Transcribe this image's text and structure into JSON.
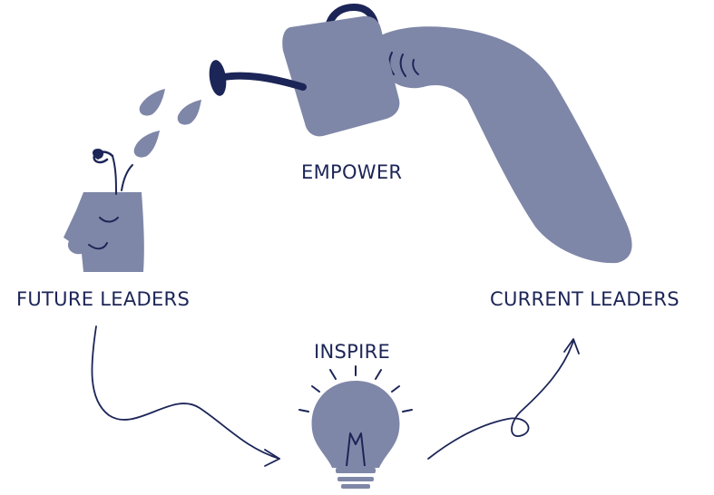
{
  "labels": {
    "empower": "EMPOWER",
    "future_leaders": "FUTURE LEADERS",
    "current_leaders": "CURRENT LEADERS",
    "inspire": "INSPIRE"
  },
  "colors": {
    "fill": "#7f87a8",
    "line": "#1c2557",
    "background": "#ffffff"
  },
  "icons": [
    "hand-icon",
    "watering-can-icon",
    "water-drop-icon",
    "head-icon",
    "sprout-icon",
    "lightbulb-icon",
    "arrow-icon"
  ]
}
